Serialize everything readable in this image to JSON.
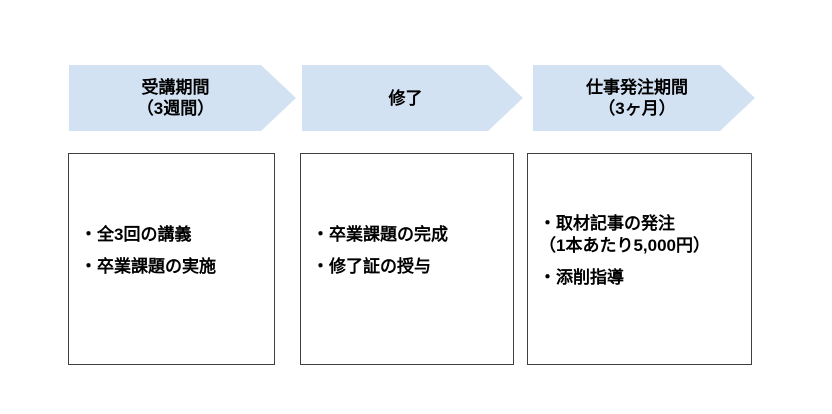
{
  "diagram": {
    "steps": [
      {
        "arrow_label": "受講期間\n（3週間）",
        "box_items": [
          "・全3回の講義",
          "・卒業課題の実施"
        ]
      },
      {
        "arrow_label": "修了",
        "box_items": [
          "・卒業課題の完成",
          "・修了証の授与"
        ]
      },
      {
        "arrow_label": "仕事発注期間\n（3ヶ月）",
        "box_items": [
          "・取材記事の発注\n（1本あたり5,000円）",
          "・添削指導"
        ]
      }
    ],
    "colors": {
      "arrow_fill": "#d3e2f3",
      "box_border": "#3f3f3f",
      "text": "#000000",
      "background": "#ffffff"
    }
  }
}
